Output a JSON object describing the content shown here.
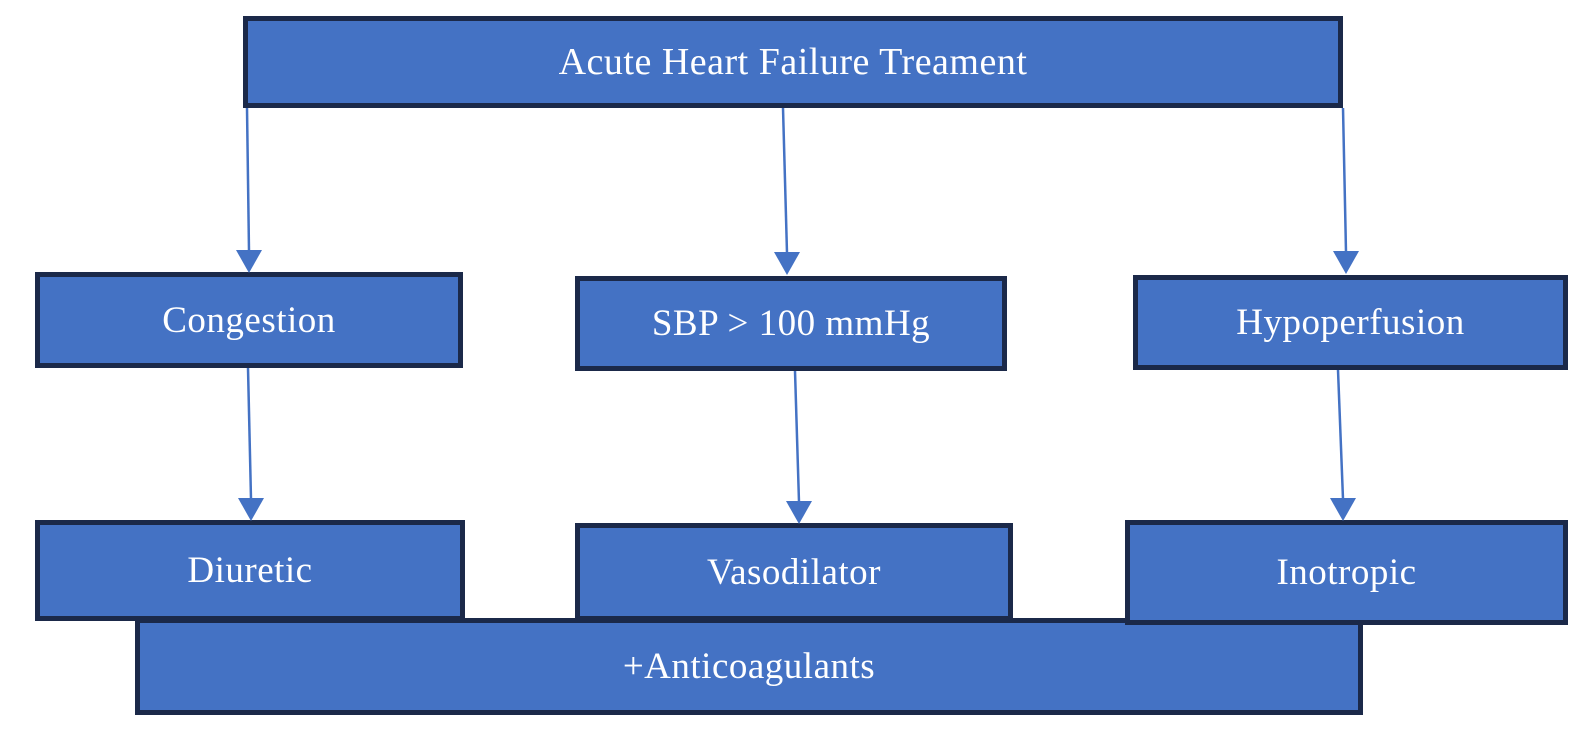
{
  "diagram": {
    "type": "flowchart",
    "root": {
      "label": "Acute Heart Failure Treament"
    },
    "conditions": [
      {
        "label": "Congestion"
      },
      {
        "label": "SBP > 100 mmHg"
      },
      {
        "label": "Hypoperfusion"
      }
    ],
    "treatments": [
      {
        "label": "Diuretic"
      },
      {
        "label": "Vasodilator"
      },
      {
        "label": "Inotropic"
      }
    ],
    "footer": {
      "label": "+Anticoagulants"
    },
    "edges": [
      {
        "from": "Acute Heart Failure Treament",
        "to": "Congestion"
      },
      {
        "from": "Acute Heart Failure Treament",
        "to": "SBP > 100 mmHg"
      },
      {
        "from": "Acute Heart Failure Treament",
        "to": "Hypoperfusion"
      },
      {
        "from": "Congestion",
        "to": "Diuretic"
      },
      {
        "from": "SBP > 100 mmHg",
        "to": "Vasodilator"
      },
      {
        "from": "Hypoperfusion",
        "to": "Inotropic"
      }
    ],
    "colors": {
      "box_fill": "#4472C4",
      "box_border": "#1b2949",
      "arrow": "#4472C4",
      "text": "#FFFFFF",
      "background": "#FFFFFF"
    }
  }
}
